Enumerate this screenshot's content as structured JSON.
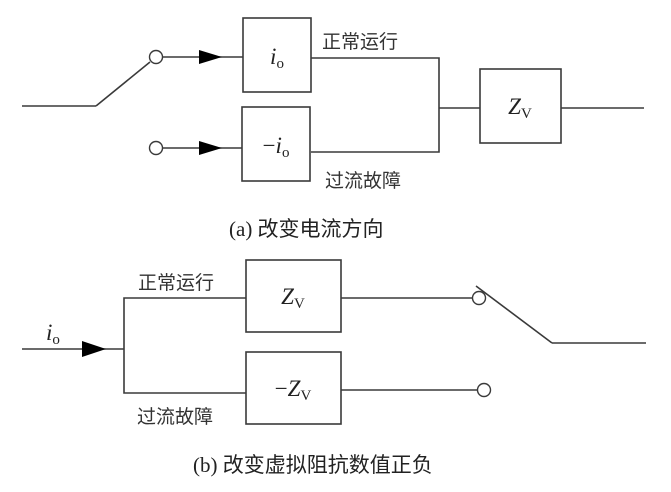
{
  "diagram_a": {
    "caption": "(a)  改变电流方向",
    "branch_normal_label": "正常运行",
    "branch_fault_label": "过流故障",
    "block_normal": {
      "main": "i",
      "sub": "o",
      "italic": true,
      "prefix": ""
    },
    "block_fault": {
      "main": "i",
      "sub": "o",
      "italic": true,
      "prefix": "−"
    },
    "block_impedance": {
      "main": "Z",
      "sub": "V",
      "prefix": ""
    },
    "switch_position": "normal"
  },
  "diagram_b": {
    "caption": "(b)  改变虚拟阻抗数值正负",
    "input_label": {
      "main": "i",
      "sub": "o"
    },
    "branch_normal_label": "正常运行",
    "branch_fault_label": "过流故障",
    "block_normal": {
      "main": "Z",
      "sub": "V",
      "prefix": ""
    },
    "block_fault": {
      "main": "Z",
      "sub": "V",
      "prefix": "−"
    },
    "switch_position": "normal"
  }
}
